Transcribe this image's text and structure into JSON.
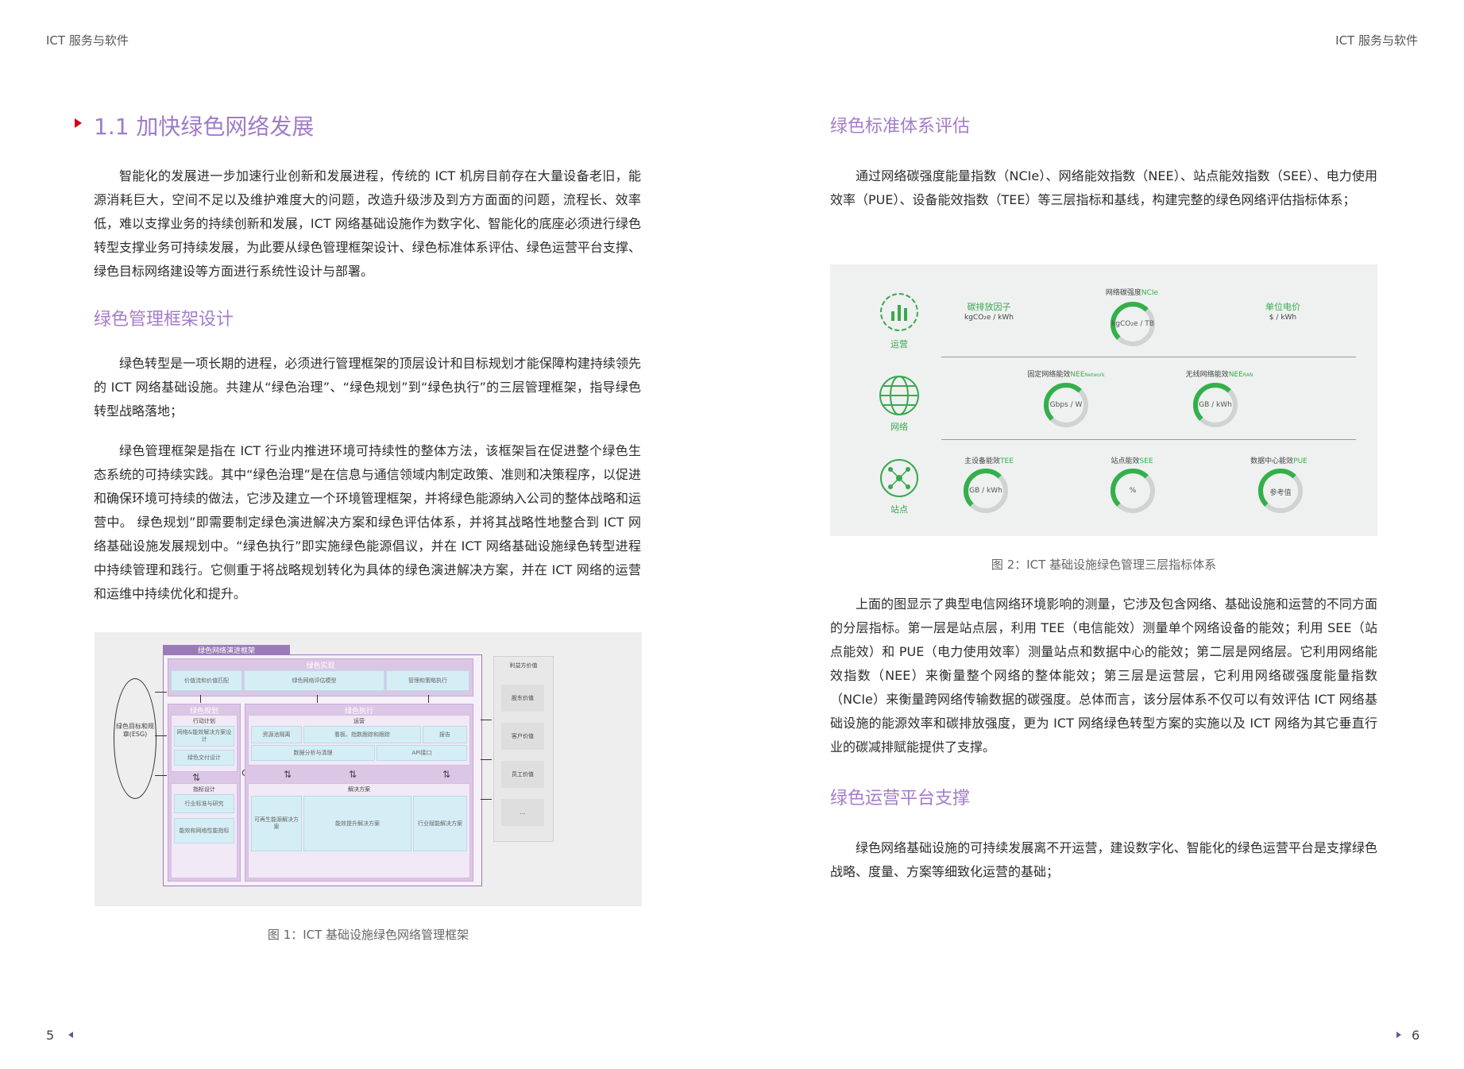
{
  "header": {
    "left": "ICT 服务与软件",
    "right": "ICT 服务与软件"
  },
  "left": {
    "section_title": "1.1  加快绿色网络发展",
    "intro": "智能化的发展进一步加速行业创新和发展进程，传统的 ICT 机房目前存在大量设备老旧，能源消耗巨大，空间不足以及维护难度大的问题，改造升级涉及到方方面面的问题，流程长、效率低，难以支撑业务的持续创新和发展，ICT 网络基础设施作为数字化、智能化的底座必须进行绿色转型支撑业务可持续发展，为此要从绿色管理框架设计、绿色标准体系评估、绿色运营平台支撑、绿色目标网络建设等方面进行系统性设计与部署。",
    "subhead": "绿色管理框架设计",
    "para1": "绿色转型是一项长期的进程，必须进行管理框架的顶层设计和目标规划才能保障构建持续领先的 ICT 网络基础设施。共建从“绿色治理”、“绿色规划”到“绿色执行”的三层管理框架，指导绿色转型战略落地；",
    "para2": "绿色管理框架是指在 ICT 行业内推进环境可持续性的整体方法，该框架旨在促进整个绿色生态系统的可持续实践。其中“绿色治理”是在信息与通信领域内制定政策、准则和决策程序，以促进和确保环境可持续的做法，它涉及建立一个环境管理框架，并将绿色能源纳入公司的整体战略和运营中。 绿色规划”即需要制定绿色演进解决方案和绿色评估体系，并将其战略性地整合到 ICT 网络基础设施发展规划中。“绿色执行”即实施绿色能源倡议，并在 ICT 网络基础设施绿色转型进程中持续管理和践行。它侧重于将战略规划转化为具体的绿色演进解决方案，并在 ICT 网络的运营和运维中持续优化和提升。",
    "figure1": {
      "title": "绿色网络演进框架",
      "goal": "绿色目标和规章(ESG)",
      "governance": {
        "title": "绿色实现",
        "items": [
          "价值流和价值匹配",
          "绿色网络评估模型",
          "管理和策略执行"
        ]
      },
      "planning": {
        "title": "绿色规划",
        "action": "行动计划",
        "action_items": [
          "网络&能效解决方案设计",
          "绿色交付设计"
        ],
        "metric": "指标设计",
        "metric_items": [
          "行业标准与研究",
          "能效和网络性能指标"
        ]
      },
      "execution": {
        "title": "绿色执行",
        "ops": "运营",
        "ops_items": [
          "资源池隔离",
          "看板、指数跟踪和跟踪",
          "报告",
          "数据分析与清理",
          "API接口"
        ],
        "solutions": "解决方案",
        "sol_items": [
          "可再生能源解决方案",
          "能效提升解决方案",
          "行业赋能解决方案"
        ]
      },
      "stakeholder": {
        "title": "利益方价值",
        "items": [
          "股东价值",
          "客户价值",
          "员工价值",
          "..."
        ]
      }
    },
    "caption": "图 1：ICT 基础设施绿色网络管理框架",
    "page_number": "5"
  },
  "right": {
    "subhead1": "绿色标准体系评估",
    "para1": "通过网络碳强度能量指数（NCIe）、网络能效指数（NEE）、站点能效指数（SEE）、电力使用效率（PUE）、设备能效指数（TEE）等三层指标和基线，构建完整的绿色网络评估指标体系；",
    "figure2": {
      "layers": [
        {
          "label": "运营",
          "metrics": [
            {
              "name": "碳排放因子",
              "unit": "kgCO₂e / kWh",
              "gauge": false
            },
            {
              "name": "网络碳强度",
              "suffix": "NCIe",
              "unit": "kgCO₂e / TB",
              "gauge": true
            },
            {
              "name": "单位电价",
              "unit": "$ / kWh",
              "gauge": false
            }
          ]
        },
        {
          "label": "网络",
          "metrics": [
            {
              "name": "固定网络能效",
              "suffix": "NEE",
              "sub": "Network",
              "unit": "Gbps / W",
              "gauge": true
            },
            {
              "name": "无线网络能效",
              "suffix": "NEE",
              "sub": "RAN",
              "unit": "GB / kWh",
              "gauge": true
            }
          ]
        },
        {
          "label": "站点",
          "metrics": [
            {
              "name": "主设备能效",
              "suffix": "TEE",
              "unit": "GB / kWh",
              "gauge": true
            },
            {
              "name": "站点能效",
              "suffix": "SEE",
              "unit": "%",
              "gauge": true
            },
            {
              "name": "数据中心能效",
              "suffix": "PUE",
              "unit": "参考值",
              "gauge": true
            }
          ]
        }
      ]
    },
    "caption": "图 2：ICT 基础设施绿色管理三层指标体系",
    "para2": "上面的图显示了典型电信网络环境影响的测量，它涉及包含网络、基础设施和运营的不同方面的分层指标。第一层是站点层，利用 TEE（电信能效）测量单个网络设备的能效；利用 SEE（站点能效）和 PUE（电力使用效率）测量站点和数据中心的能效；第二层是网络层。它利用网络能效指数（NEE）来衡量整个网络的整体能效；第三层是运营层，它利用网络碳强度能量指数（NCIe）来衡量跨网络传输数据的碳强度。总体而言，该分层体系不仅可以有效评估 ICT 网络基础设施的能源效率和碳排放强度，更为 ICT 网络绿色转型方案的实施以及 ICT 网络为其它垂直行业的碳减排赋能提供了支撑。",
    "subhead2": "绿色运营平台支撑",
    "para3": "绿色网络基础设施的可持续发展离不开运营，建设数字化、智能化的绿色运营平台是支撑绿色战略、度量、方案等细致化运营的基础；",
    "page_number": "6"
  },
  "colors": {
    "accent_purple": "#a07cc8",
    "marker_red": "#d0021b",
    "gauge_green": "#34b04a"
  }
}
